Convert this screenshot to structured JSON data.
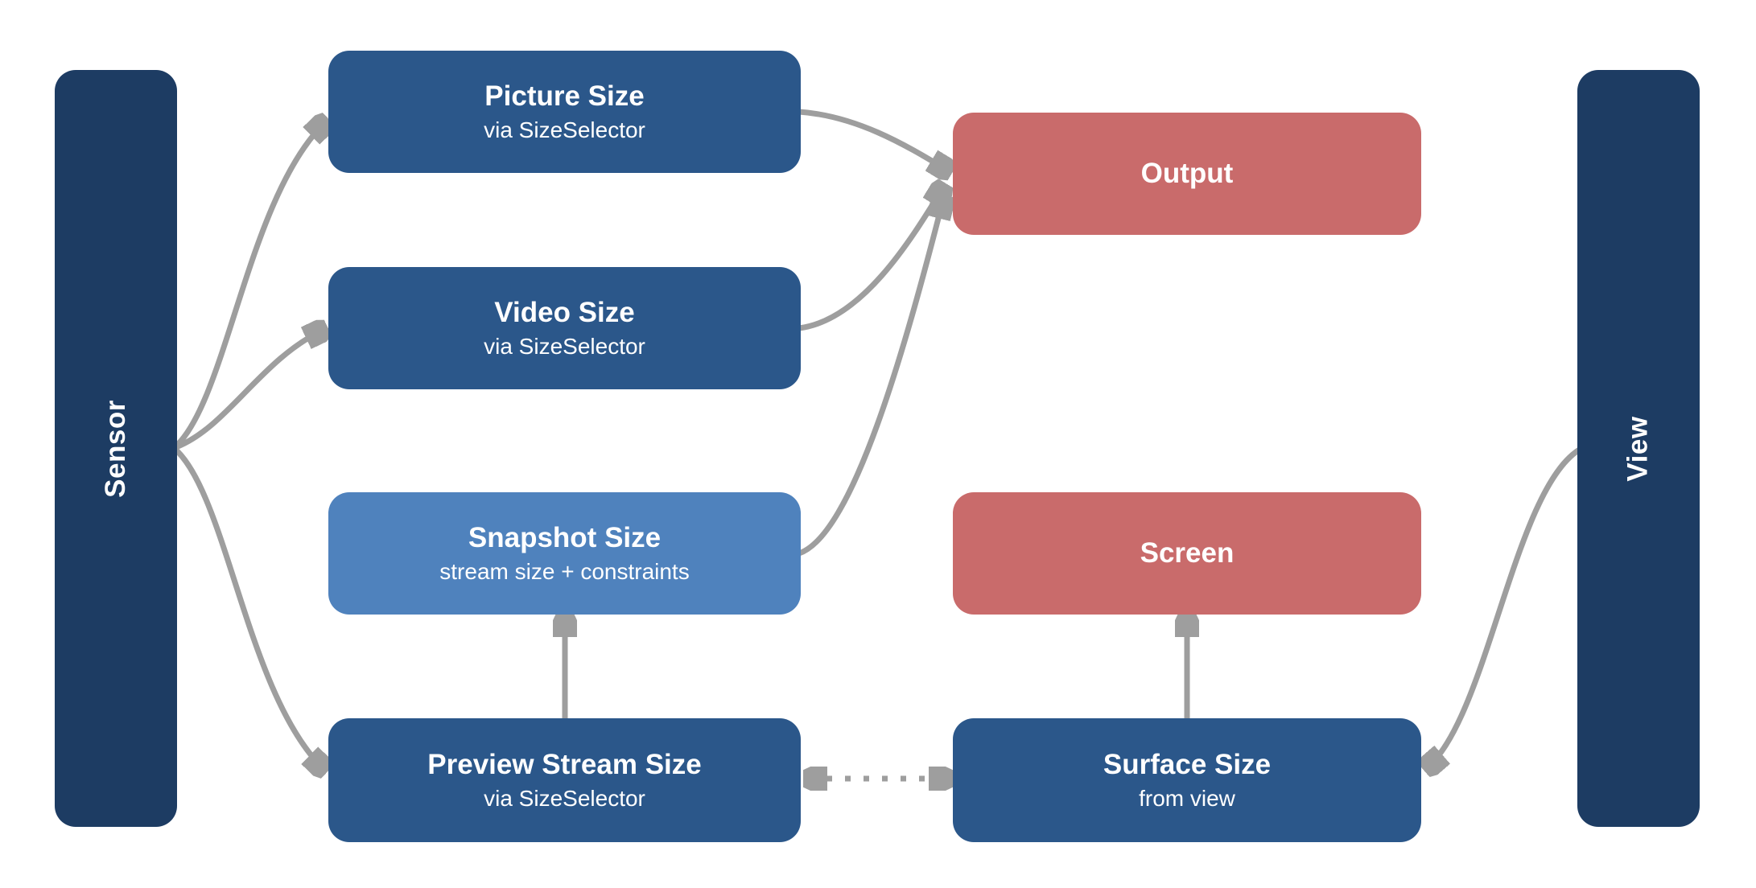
{
  "canvas": {
    "background": "#ffffff",
    "arrow_color": "#9e9e9e"
  },
  "colors": {
    "rail_navy": "#1d3c63",
    "node_blue": "#2b578a",
    "node_light_blue": "#4f82bd",
    "node_red": "#c96b6b",
    "text": "#ffffff"
  },
  "rails": {
    "sensor": {
      "label": "Sensor"
    },
    "view": {
      "label": "View"
    }
  },
  "nodes": [
    {
      "id": "picture-size",
      "title": "Picture Size",
      "subtitle": "via SizeSelector",
      "variant": "blue"
    },
    {
      "id": "video-size",
      "title": "Video Size",
      "subtitle": "via SizeSelector",
      "variant": "blue"
    },
    {
      "id": "snapshot-size",
      "title": "Snapshot Size",
      "subtitle": "stream size + constraints",
      "variant": "light-blue"
    },
    {
      "id": "preview-stream-size",
      "title": "Preview Stream Size",
      "subtitle": "via SizeSelector",
      "variant": "blue"
    },
    {
      "id": "output",
      "title": "Output",
      "subtitle": "",
      "variant": "red"
    },
    {
      "id": "screen",
      "title": "Screen",
      "subtitle": "",
      "variant": "red"
    },
    {
      "id": "surface-size",
      "title": "Surface Size",
      "subtitle": "from view",
      "variant": "blue"
    }
  ],
  "edges": [
    {
      "from": "sensor",
      "to": "picture-size",
      "style": "solid-curve",
      "arrow": "single"
    },
    {
      "from": "sensor",
      "to": "video-size",
      "style": "solid-curve",
      "arrow": "single"
    },
    {
      "from": "sensor",
      "to": "preview-stream-size",
      "style": "solid-curve",
      "arrow": "single"
    },
    {
      "from": "picture-size",
      "to": "output",
      "style": "solid-curve",
      "arrow": "single"
    },
    {
      "from": "video-size",
      "to": "output",
      "style": "solid-curve",
      "arrow": "single"
    },
    {
      "from": "snapshot-size",
      "to": "output",
      "style": "solid-curve",
      "arrow": "single"
    },
    {
      "from": "preview-stream-size",
      "to": "snapshot-size",
      "style": "solid-straight-up",
      "arrow": "single"
    },
    {
      "from": "surface-size",
      "to": "screen",
      "style": "solid-straight-up",
      "arrow": "single"
    },
    {
      "from": "preview-stream-size",
      "to": "surface-size",
      "style": "dotted-horizontal",
      "arrow": "double"
    },
    {
      "from": "view",
      "to": "surface-size",
      "style": "solid-curve",
      "arrow": "single"
    }
  ]
}
